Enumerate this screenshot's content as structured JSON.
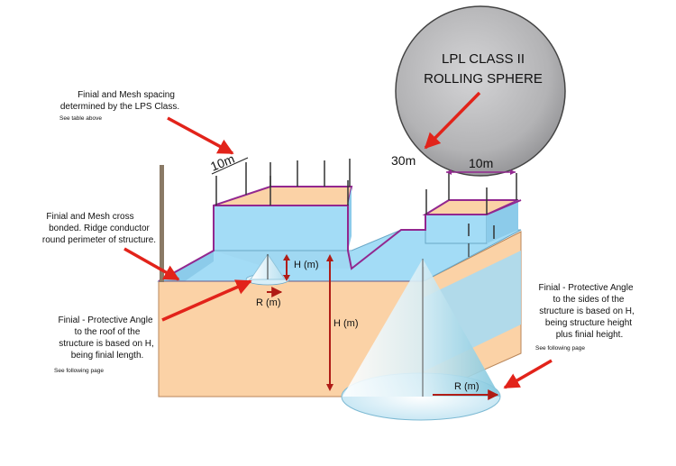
{
  "sphere": {
    "line1": "LPL CLASS II",
    "line2": "ROLLING SPHERE",
    "radius_label": "30m",
    "mesh_label": "10m"
  },
  "mesh_dimension": "10m",
  "notes": {
    "finial_mesh_spacing": {
      "line1": "Finial  and Mesh spacing",
      "line2": "determined by the LPS Class.",
      "ref": "See table above"
    },
    "cross_bonded": {
      "line1": "Finial  and Mesh cross",
      "line2": "bonded. Ridge conductor",
      "line3": "round perimeter of structure."
    },
    "roof_angle": {
      "line1": "Finial - Protective Angle",
      "line2": "to the roof of the",
      "line3": "structure is based on H,",
      "line4": "being finial length.",
      "ref": "See following page"
    },
    "side_angle": {
      "line1": "Finial - Protective Angle",
      "line2": "to the sides of the",
      "line3": "structure is based on H,",
      "line4": "being structure height",
      "line5": "plus finial height.",
      "ref": "See following page"
    }
  },
  "labels": {
    "h_small": "H (m)",
    "r_small": "R (m)",
    "h_large": "H (m)",
    "r_large": "R (m)"
  },
  "colors": {
    "wall": "#fbd2a6",
    "roof": "#a3dcf6",
    "ridge": "#92278f",
    "arrow": "#e2231a",
    "sphere": "#b5b5b7"
  }
}
